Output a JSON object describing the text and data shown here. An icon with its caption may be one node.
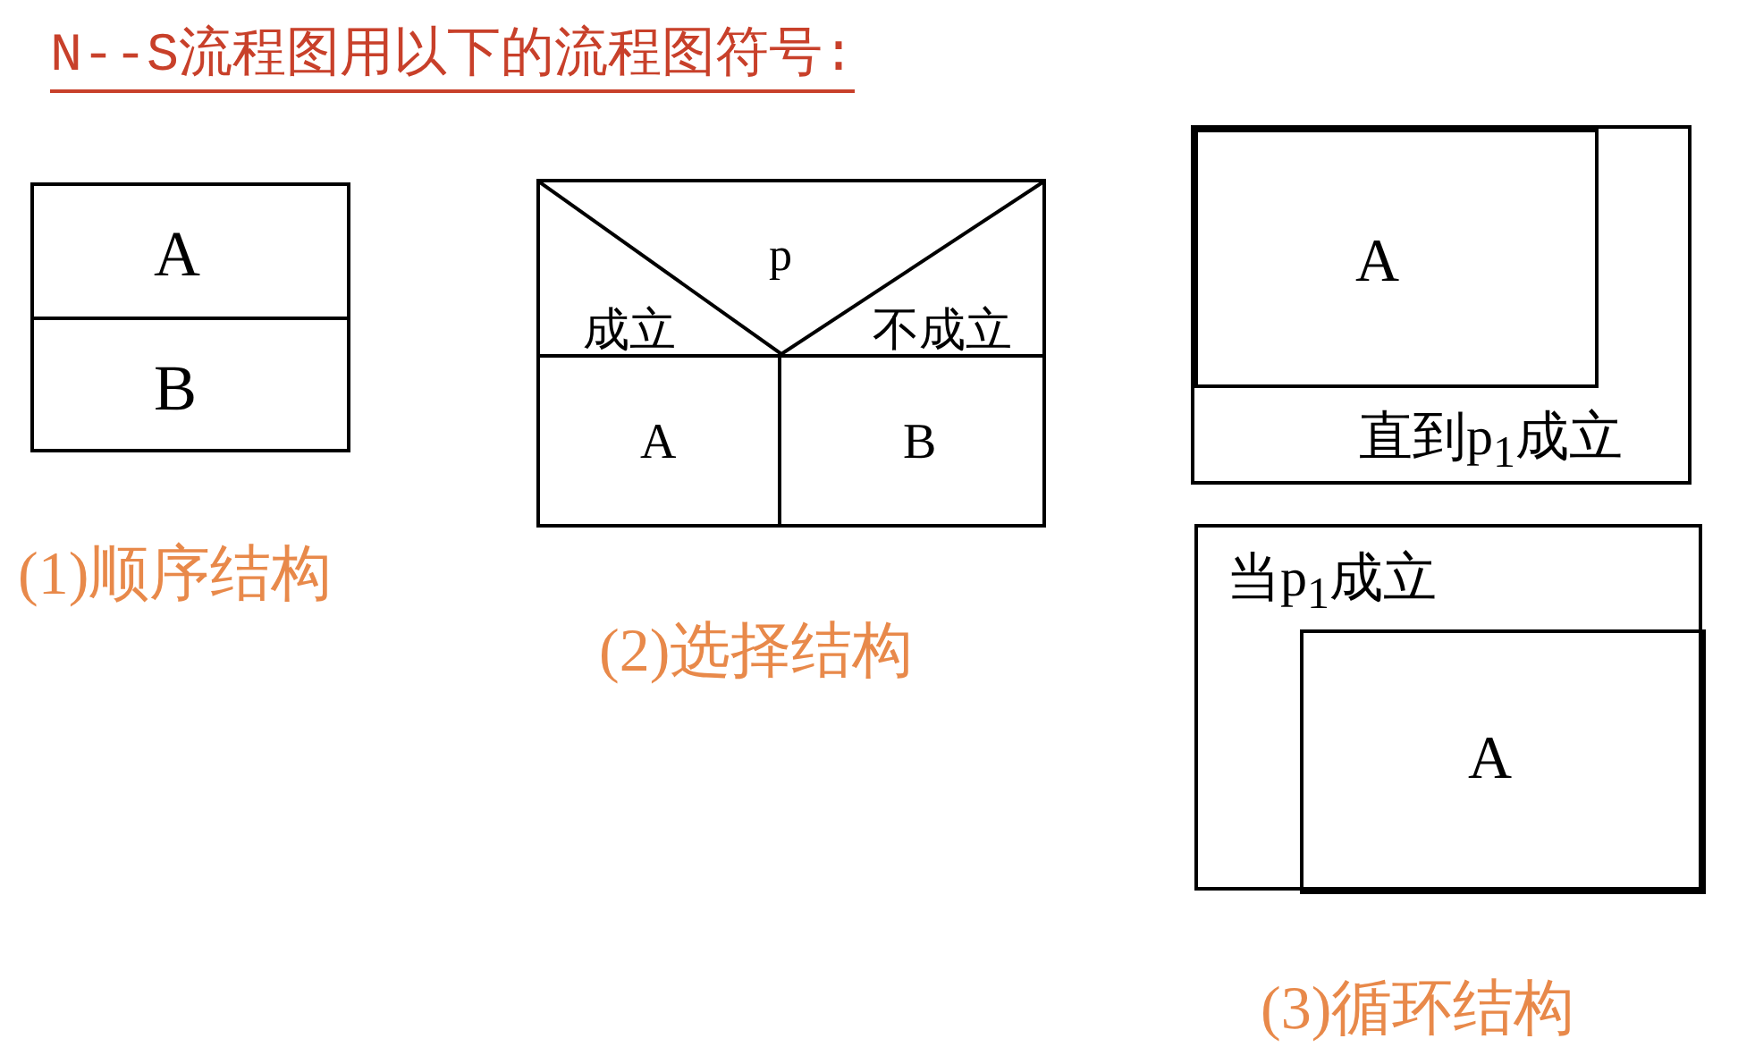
{
  "diagram": {
    "title": "N--S流程图用以下的流程图符号:",
    "nodes": [
      {
        "text": [
          "A"
        ]
      },
      {
        "text": [
          "B"
        ]
      },
      {
        "text": [
          "p",
          "成立",
          "不成立"
        ]
      },
      {
        "text": [
          "A"
        ]
      },
      {
        "text": [
          "B"
        ]
      },
      {
        "text": [
          "直到p$_{1}$成立"
        ]
      },
      {
        "text": [
          "A"
        ],
        "in": 5
      },
      {
        "text": [
          "当p$_{1}$成立"
        ]
      },
      {
        "text": [
          "A"
        ],
        "in": 7
      }
    ],
    "labels": [
      "(1)顺序结构",
      "(2)选择结构",
      "(3)循环结构"
    ]
  }
}
